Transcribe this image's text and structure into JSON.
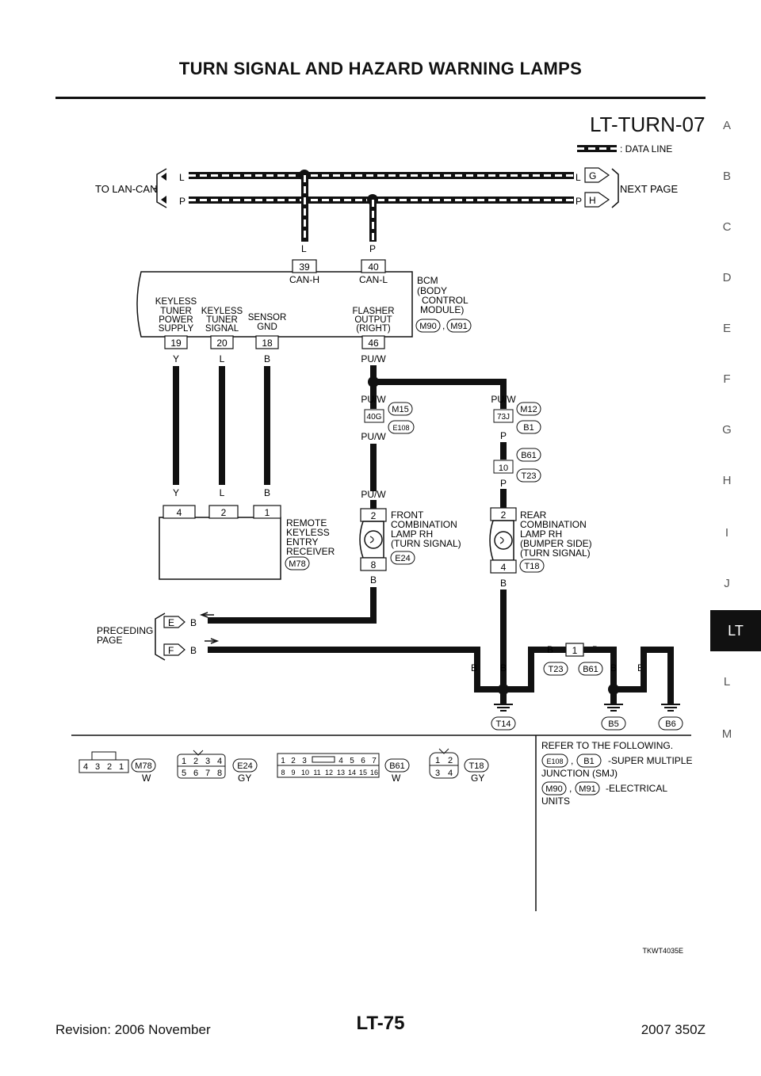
{
  "page_title": "TURN SIGNAL AND HAZARD WARNING LAMPS",
  "diagram_code": "LT-TURN-07",
  "side_index": [
    "A",
    "B",
    "C",
    "D",
    "E",
    "F",
    "G",
    "H",
    "I",
    "J",
    "LT",
    "L",
    "M"
  ],
  "legend_data_line": ": DATA LINE",
  "lan": {
    "left_label": "TO LAN-CAN",
    "right_label": "NEXT PAGE",
    "l": "L",
    "p": "P",
    "g": "G",
    "h": "H"
  },
  "bcm": {
    "name": "BCM",
    "name2": "(BODY",
    "name3": "CONTROL",
    "name4": "MODULE)",
    "conn1": "M90",
    "conn2": "M91",
    "comma": ",",
    "pin39": "39",
    "pin40": "40",
    "pin39_label": "CAN-H",
    "pin40_label": "CAN-L",
    "pin19": "19",
    "pin20": "20",
    "pin18": "18",
    "pin46": "46",
    "f19a": "KEYLESS",
    "f19b": "TUNER",
    "f19c": "POWER",
    "f19d": "SUPPLY",
    "f20a": "KEYLESS",
    "f20b": "TUNER",
    "f20c": "SIGNAL",
    "f18a": "SENSOR",
    "f18b": "GND",
    "f46a": "FLASHER",
    "f46b": "OUTPUT",
    "f46c": "(RIGHT)"
  },
  "wires": {
    "y": "Y",
    "l": "L",
    "b": "B",
    "p": "P",
    "puw": "PU/W"
  },
  "jc": {
    "j40g": "40G",
    "m15": "M15",
    "e108": "E108",
    "j73j": "73J",
    "m12": "M12",
    "b1": "B1",
    "p10": "10",
    "b61": "B61",
    "t23": "T23"
  },
  "receiver": {
    "pin4": "4",
    "pin2": "2",
    "pin1": "1",
    "name1": "REMOTE",
    "name2": "KEYLESS",
    "name3": "ENTRY",
    "name4": "RECEIVER",
    "conn": "M78"
  },
  "front_lamp": {
    "pin2": "2",
    "pin8": "8",
    "name1": "FRONT",
    "name2": "COMBINATION",
    "name3": "LAMP RH",
    "name4": "(TURN SIGNAL)",
    "conn": "E24"
  },
  "rear_lamp": {
    "pin2": "2",
    "pin4": "4",
    "name1": "REAR",
    "name2": "COMBINATION",
    "name3": "LAMP RH",
    "name4": "(BUMPER SIDE)",
    "name5": "(TURN SIGNAL)",
    "conn": "T18"
  },
  "preceding": {
    "label1": "PRECEDING",
    "label2": "PAGE",
    "e": "E",
    "f": "F"
  },
  "grounds": {
    "t14": "T14",
    "b5": "B5",
    "b6": "B6",
    "t23": "T23",
    "b61": "B61",
    "pin1": "1"
  },
  "connectors_legend": {
    "m78_pins": [
      "4",
      "3",
      "2",
      "1"
    ],
    "m78": "M78",
    "m78_color": "W",
    "e24_pins": [
      "1",
      "2",
      "3",
      "4",
      "5",
      "6",
      "7",
      "8"
    ],
    "e24": "E24",
    "e24_color": "GY",
    "b61_pins": [
      "1",
      "2",
      "3",
      "4",
      "5",
      "6",
      "7",
      "8",
      "9",
      "10",
      "11",
      "12",
      "13",
      "14",
      "15",
      "16"
    ],
    "b61": "B61",
    "b61_color": "W",
    "t18_pins": [
      "1",
      "2",
      "3",
      "4"
    ],
    "t18": "T18",
    "t18_color": "GY"
  },
  "refer": {
    "line1": "REFER TO THE FOLLOWING.",
    "e108": "E108",
    "b1": "B1",
    "smj1": "-SUPER MULTIPLE",
    "smj2": "JUNCTION (SMJ)",
    "m90": "M90",
    "m91": "M91",
    "eu1": "-ELECTRICAL",
    "eu2": "UNITS",
    "comma": ","
  },
  "figure_id": "TKWT4035E",
  "footer": {
    "revision": "Revision: 2006 November",
    "page": "LT-75",
    "model": "2007 350Z"
  }
}
